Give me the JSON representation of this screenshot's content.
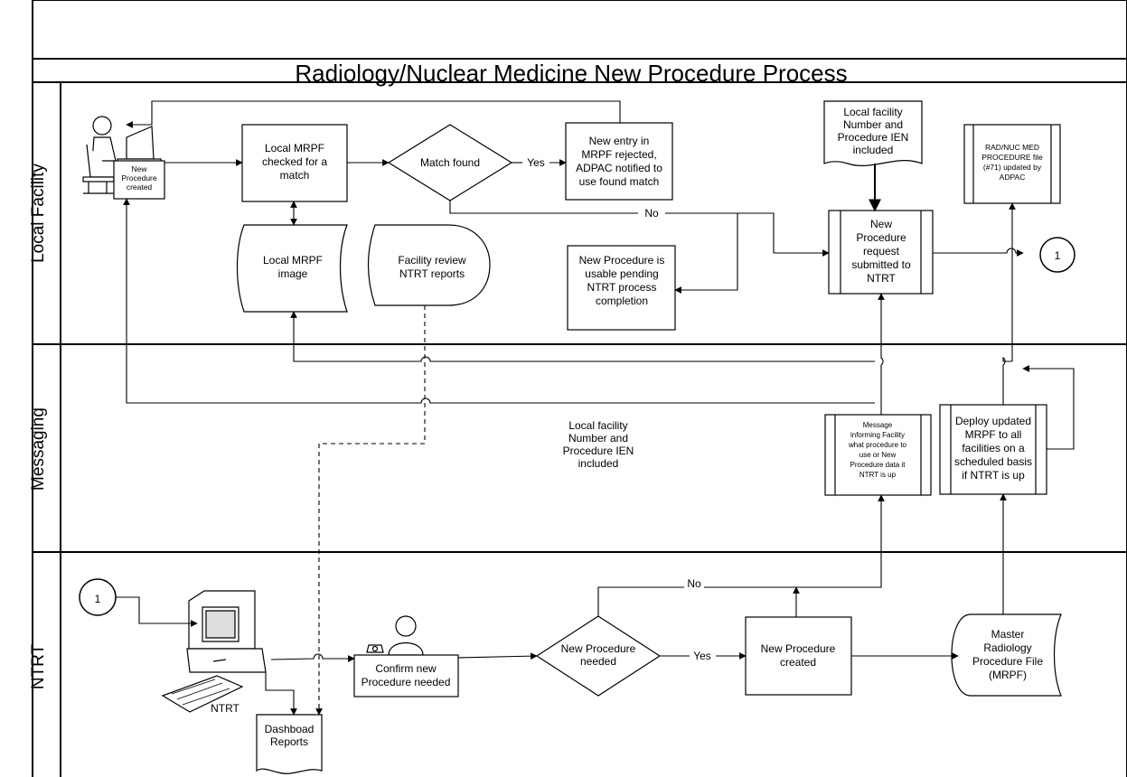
{
  "title": "Radiology/Nuclear Medicine New Procedure Process",
  "lanes": {
    "local_facility": "Local Facility",
    "messaging": "Messaging",
    "ntrt": "NTRT"
  },
  "nodes": {
    "new_proc_created_small": [
      "New",
      "Procedure",
      "created"
    ],
    "local_mrpf_checked": [
      "Local MRPF",
      "checked for a",
      "match"
    ],
    "match_found": [
      "Match found"
    ],
    "new_entry_rejected": [
      "New entry in",
      "MRPF rejected,",
      "ADPAC notified to",
      "use found match"
    ],
    "local_facility_number_top": [
      "Local facility",
      "Number and",
      "Procedure IEN",
      "included"
    ],
    "rad_nuc_updated": [
      "RAD/NUC MED",
      "PROCEDURE file",
      "(#71) updated by",
      "ADPAC"
    ],
    "new_proc_request": [
      "New",
      "Procedure",
      "request",
      "submitted to",
      "NTRT"
    ],
    "local_mrpf_image": [
      "Local MRPF",
      "image"
    ],
    "facility_review": [
      "Facility review",
      "NTRT reports"
    ],
    "usable_pending": [
      "New Procedure is",
      "usable pending",
      "NTRT process",
      "completion"
    ],
    "connector_top": "1",
    "connector_bottom": "1",
    "local_facility_number_mid": [
      "Local facility",
      "Number and",
      "Procedure IEN",
      "included"
    ],
    "message_informing": [
      "Message",
      "informing Facility",
      "what procedure to",
      "use or New",
      "Procedure data it",
      "NTRT is up"
    ],
    "deploy_updated": [
      "Deploy updated",
      "MRPF to all",
      "facilities on a",
      "scheduled basis",
      "if NTRT is up"
    ],
    "ntrt_computer_label": "NTRT",
    "confirm_needed": [
      "Confirm new",
      "Procedure needed"
    ],
    "new_proc_needed": [
      "New Procedure",
      "needed"
    ],
    "new_proc_created_ntrt": [
      "New Procedure",
      "created"
    ],
    "master_rpf": [
      "Master",
      "Radiology",
      "Procedure File",
      "(MRPF)"
    ],
    "dashboard_reports": [
      "Dashboad",
      "Reports"
    ]
  },
  "edge_labels": {
    "yes_top": "Yes",
    "no_top": "No",
    "no_bottom": "No",
    "yes_bottom": "Yes"
  }
}
